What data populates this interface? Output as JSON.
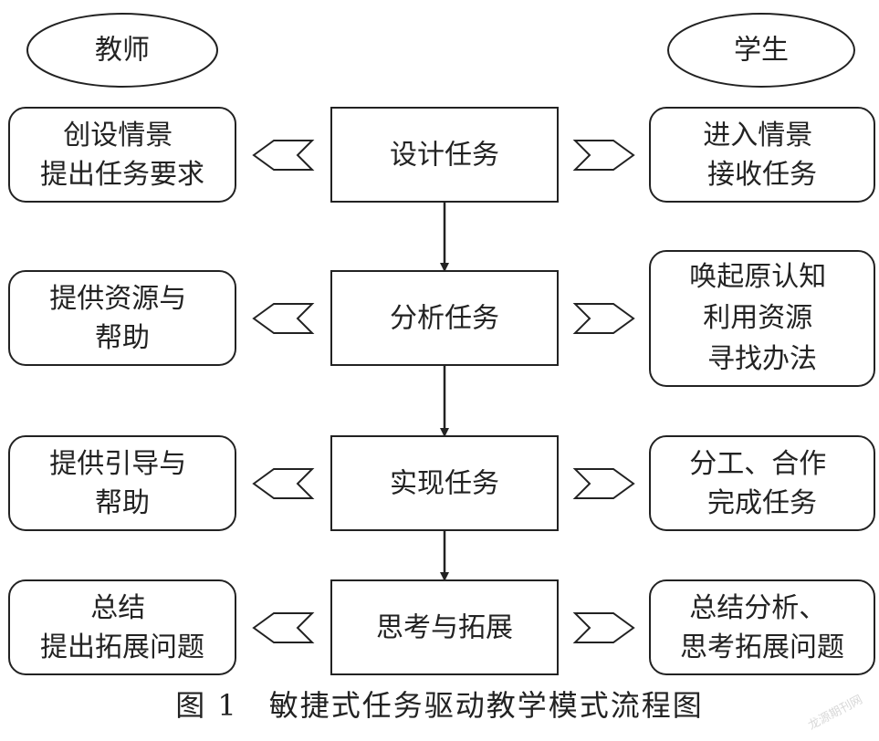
{
  "roles": {
    "teacher": "教师",
    "student": "学生"
  },
  "rows": [
    {
      "center": "设计任务",
      "teacher": [
        "创设情景",
        "提出任务要求"
      ],
      "student": [
        "进入情景",
        "接收任务"
      ]
    },
    {
      "center": "分析任务",
      "teacher": [
        "提供资源与",
        "帮助"
      ],
      "student": [
        "唤起原认知",
        "利用资源",
        "寻找办法"
      ]
    },
    {
      "center": "实现任务",
      "teacher": [
        "提供引导与",
        "帮助"
      ],
      "student": [
        "分工、合作",
        "完成任务"
      ]
    },
    {
      "center": "思考与拓展",
      "teacher": [
        "总结",
        "提出拓展问题"
      ],
      "student": [
        "总结分析、",
        "思考拓展问题"
      ]
    }
  ],
  "caption": {
    "label": "图 1",
    "title": "敏捷式任务驱动教学模式流程图"
  },
  "watermark": "龙源期刊网",
  "colors": {
    "line": "#222222",
    "background": "#ffffff"
  }
}
